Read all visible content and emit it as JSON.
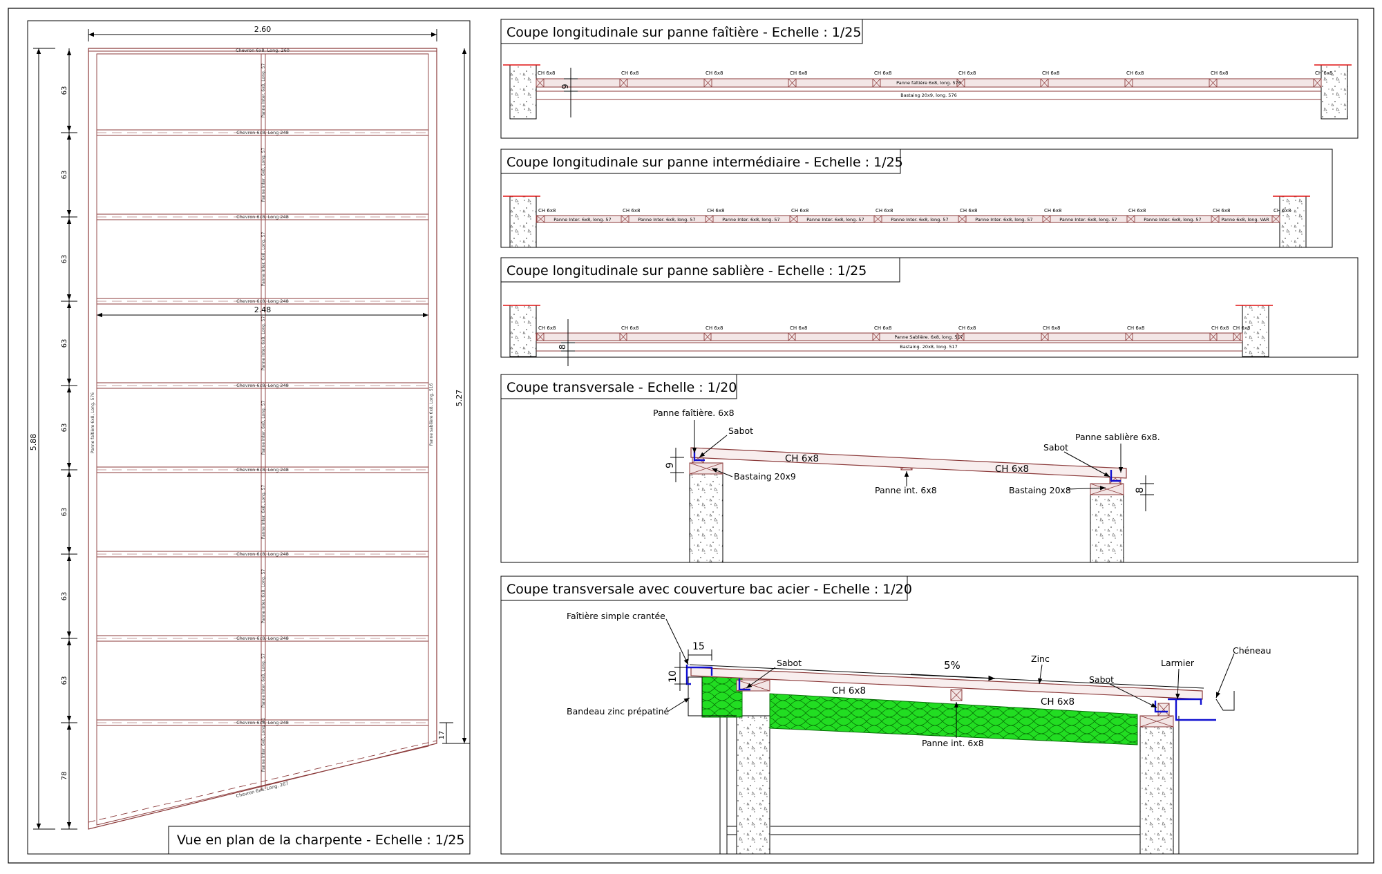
{
  "colors": {
    "timber": "#8b3a3a",
    "timber_fill": "#f3e6e6",
    "frame": "#000000",
    "dim": "#000000",
    "accent_red": "#e01010",
    "accent_blue": "#1010d0",
    "insulation": "#22dd22",
    "concrete": "#ffffff"
  },
  "plan": {
    "title": "Vue en plan de la charpente - Echelle : 1/25",
    "dim_width": "2.60",
    "dim_inner_width": "2.48",
    "dim_height_left": "5.88",
    "dim_height_right": "5.27",
    "dim_offset": "17",
    "bay_dims": [
      "63",
      "63",
      "63",
      "63",
      "63",
      "63",
      "63",
      "63",
      "78"
    ],
    "rafter_labels": [
      "Chevron 6x8, Long. 260",
      "Chevron 6x8, Long 248",
      "Chevron 6x8, Long 248",
      "Chevron 6x8, Long 248",
      "Chevron 6x8, Long 248",
      "Chevron 6x8, Long 248",
      "Chevron 6x8, Long 248",
      "Chevron 6x8, Long 248",
      "Chevron 6x8, Long 248",
      "Chevron 6x8, Long. 267"
    ],
    "purlin_segments": [
      "Panne Inter. 6x8, Long. 57",
      "Panne Inter. 6x8, Long. 57",
      "Panne Inter. 6x8, Long. 57",
      "Panne Inter. 6x8, Long. 57",
      "Panne Inter. 6x8, Long. 57",
      "Panne Inter. 6x8, Long. 57",
      "Panne Inter. 6x8, Long. 57",
      "Panne Inter. 6x8, Long. 57",
      "Panne Inter. 6x8, Long. 41"
    ],
    "left_beam_label": "Panne faîtière 6x8, Long. 576",
    "right_beam_label": "Panne sablière 6x8, Long. 516"
  },
  "sec1": {
    "title": "Coupe longitudinale sur panne faîtière - Echelle : 1/25",
    "rafter_label": "CH 6x8",
    "beam_label": "Panne faîtière 6x8, long. 576",
    "bastaing_label": "Bastaing 20x9, long. 576",
    "dim": "9"
  },
  "sec2": {
    "title": "Coupe longitudinale sur panne intermédiaire - Echelle : 1/25",
    "rafter_label": "CH 6x8",
    "segment_label": "Panne Inter. 6x8, long. 57",
    "last_segment_label": "Panne 6x8, long. VAR"
  },
  "sec3": {
    "title": "Coupe longitudinale sur panne sablière - Echelle : 1/25",
    "rafter_label": "CH 6x8",
    "beam_label": "Panne Sablière. 6x8, long. 517",
    "bastaing_label": "Bastaing. 20x8, long. 517",
    "dim": "8"
  },
  "sec4": {
    "title": "Coupe transversale - Echelle : 1/20",
    "ridge_label": "Panne faîtière. 6x8",
    "sabot_left": "Sabot",
    "sabot_right": "Sabot",
    "eaves_label": "Panne sablière 6x8.",
    "ch_left": "CH 6x8",
    "ch_right": "CH 6x8",
    "bastaing_left": "Bastaing 20x9",
    "bastaing_right": "Bastaing 20x8",
    "mid_purlin": "Panne int. 6x8",
    "dim_left": "9",
    "dim_right": "8"
  },
  "sec5": {
    "title": "Coupe transversale avec couverture bac acier - Echelle : 1/20",
    "faitiere": "Faîtière simple crantée",
    "dim_15": "15",
    "dim_10": "10",
    "sabot_left": "Sabot",
    "slope": "5%",
    "zinc": "Zinc",
    "larmier": "Larmier",
    "cheneau": "Chéneau",
    "sabot_right": "Sabot",
    "ch_left": "CH 6x8",
    "ch_right": "CH 6x8",
    "bandeau": "Bandeau zinc prépatiné",
    "mid_purlin": "Panne int. 6x8"
  }
}
